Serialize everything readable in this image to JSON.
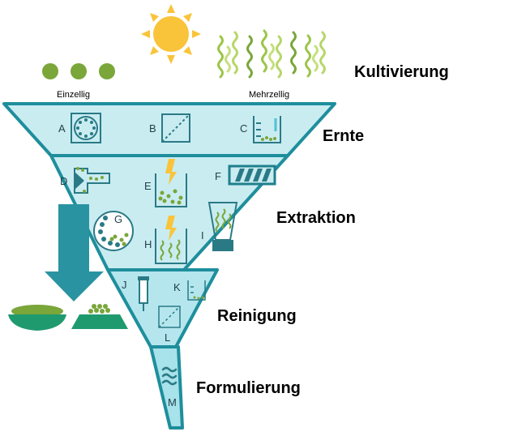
{
  "stages": {
    "cultivation": "Kultivierung",
    "harvest": "Ernte",
    "extraction": "Extraktion",
    "purification": "Reinigung",
    "formulation": "Formulierung"
  },
  "organisms": {
    "unicellular": "Einzellig",
    "multicellular": "Mehrzellig"
  },
  "steps": {
    "A": "A",
    "B": "B",
    "C": "C",
    "D": "D",
    "E": "E",
    "F": "F",
    "G": "G",
    "H": "H",
    "I": "I",
    "J": "J",
    "K": "K",
    "L": "L",
    "M": "M"
  },
  "colors": {
    "funnel_light": "#c9ecf1",
    "funnel_mid": "#a8e2ea",
    "funnel_border": "#1e8e9c",
    "icon_stroke": "#2a7a86",
    "algae_green": "#7aa63a",
    "sun_yellow": "#f9c43a",
    "arrow_teal": "#2a93a1",
    "product_green": "#1f9a6f"
  }
}
